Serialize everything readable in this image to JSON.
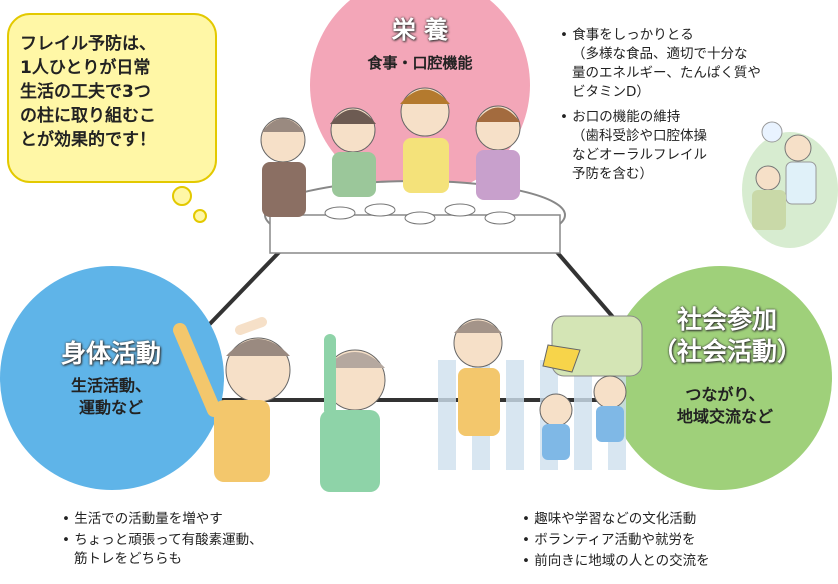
{
  "colors": {
    "nutrition": "#f3a6b8",
    "physical": "#5fb4e8",
    "social": "#9fd07a",
    "callout_fill": "#fff7a6",
    "callout_border": "#e3c900",
    "connector": "#333333"
  },
  "callout": {
    "text": "フレイル予防は、\n1人ひとりが日常\n生活の工夫で3つ\nの柱に取り組むこ\nとが効果的です！"
  },
  "pillars": {
    "nutrition": {
      "title": "栄 養",
      "subtitle": "食事・口腔機能"
    },
    "physical": {
      "title": "身体活動",
      "subtitle": "生活活動、\n運動など"
    },
    "social": {
      "title": "社会参加\n（社会活動）",
      "subtitle": "つながり、\n地域交流など"
    }
  },
  "notes": {
    "nutrition": [
      {
        "head": "食事をしっかりとる",
        "detail": "（多様な食品、適切で十分な\n量のエネルギー、たんぱく質や\nビタミンD）"
      },
      {
        "head": "お口の機能の維持",
        "detail": "（歯科受診や口腔体操\nなどオーラルフレイル\n予防を含む）"
      }
    ],
    "physical": [
      {
        "head": "生活での活動量を増やす",
        "detail": ""
      },
      {
        "head": "ちょっと頑張って有酸素運動、",
        "detail": "筋トレをどちらも"
      }
    ],
    "social": [
      {
        "head": "趣味や学習などの文化活動",
        "detail": ""
      },
      {
        "head": "ボランティア活動や就労を",
        "detail": ""
      },
      {
        "head": "前向きに地域の人との交流を",
        "detail": ""
      }
    ]
  },
  "illustrations": {
    "nutrition": "people-eating-at-table",
    "dental": "dentist-visit",
    "physical": "elderly-stretching",
    "social": "crossing-guard-with-children"
  }
}
